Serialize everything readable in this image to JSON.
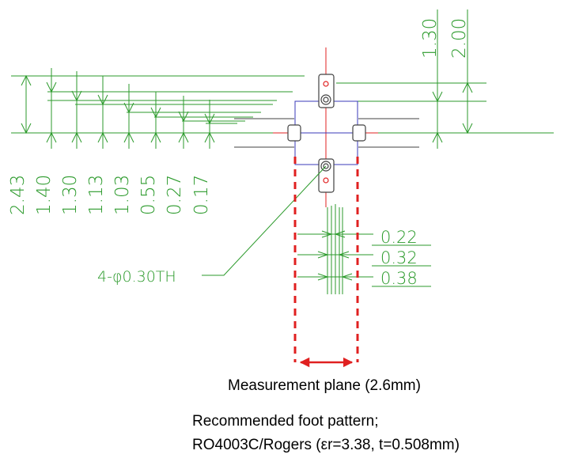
{
  "drawing": {
    "left_dims": [
      "2.43",
      "1.40",
      "1.30",
      "1.13",
      "1.03",
      "0.55",
      "0.27",
      "0.17"
    ],
    "top_dims": [
      "1.30",
      "2.00"
    ],
    "right_dims": [
      "0.22",
      "0.32",
      "0.38"
    ],
    "hole_callout": "4-φ0.30TH"
  },
  "captions": {
    "measurement_plane": "Measurement plane (2.6mm)",
    "pattern_line1": "Recommended foot pattern;",
    "pattern_line2": "RO4003C/Rogers (εr=3.38, t=0.508mm)"
  },
  "colors": {
    "dimension": "#2b9a2b",
    "outline": "#3a3ab8",
    "pad": "#404040",
    "centerline": "#e02020",
    "measurement": "#e02020"
  }
}
